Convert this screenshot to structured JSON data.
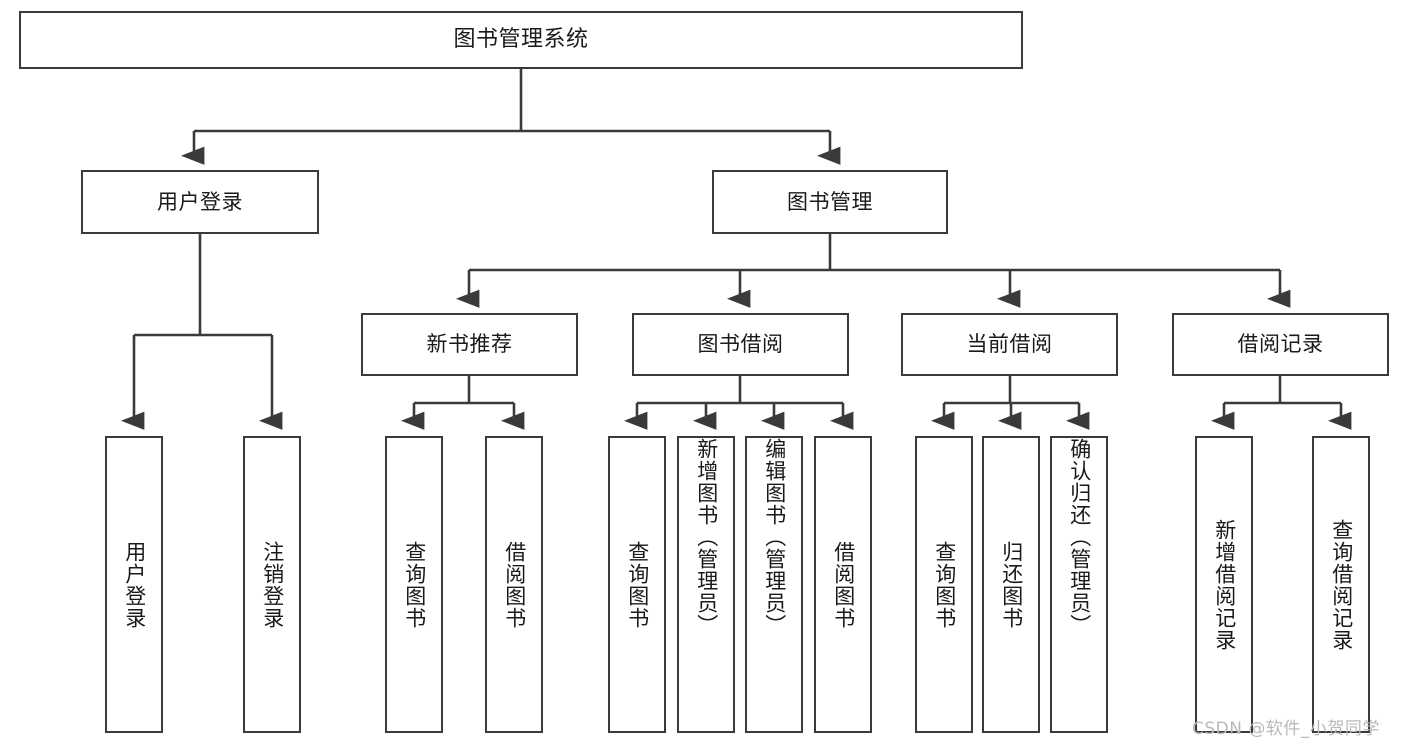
{
  "diagram": {
    "type": "tree",
    "title": "图书管理系统",
    "root": {
      "id": "root",
      "label": "图书管理系统"
    },
    "level1": [
      {
        "id": "user-login",
        "label": "用户登录"
      },
      {
        "id": "book-manage",
        "label": "图书管理"
      }
    ],
    "level2": [
      {
        "id": "new-book-recommend",
        "label": "新书推荐",
        "parent": "book-manage"
      },
      {
        "id": "book-borrow",
        "label": "图书借阅",
        "parent": "book-manage"
      },
      {
        "id": "current-borrow",
        "label": "当前借阅",
        "parent": "book-manage"
      },
      {
        "id": "borrow-record",
        "label": "借阅记录",
        "parent": "book-manage"
      }
    ],
    "leaves": {
      "user_login": [
        {
          "id": "leaf-user-login",
          "label": "用户登录"
        },
        {
          "id": "leaf-logout",
          "label": "注销登录"
        }
      ],
      "new_book_recommend": [
        {
          "id": "leaf-query-book-1",
          "label": "查询图书"
        },
        {
          "id": "leaf-borrow-book-1",
          "label": "借阅图书"
        }
      ],
      "book_borrow": [
        {
          "id": "leaf-query-book-2",
          "label": "查询图书"
        },
        {
          "id": "leaf-add-book",
          "label": "新增图书（管理员）"
        },
        {
          "id": "leaf-edit-book",
          "label": "编辑图书（管理员）"
        },
        {
          "id": "leaf-borrow-book-2",
          "label": "借阅图书"
        }
      ],
      "current_borrow": [
        {
          "id": "leaf-query-book-3",
          "label": "查询图书"
        },
        {
          "id": "leaf-return-book",
          "label": "归还图书"
        },
        {
          "id": "leaf-confirm-return",
          "label": "确认归还（管理员）"
        }
      ],
      "borrow_record": [
        {
          "id": "leaf-add-record",
          "label": "新增借阅记录"
        },
        {
          "id": "leaf-query-record",
          "label": "查询借阅记录"
        }
      ]
    }
  },
  "watermark": {
    "text": "CSDN @软件_小贺同学"
  },
  "colors": {
    "stroke": "#3a3a3a",
    "background": "#ffffff",
    "text": "#1a1a1a",
    "watermark": "#b9b9b9"
  }
}
